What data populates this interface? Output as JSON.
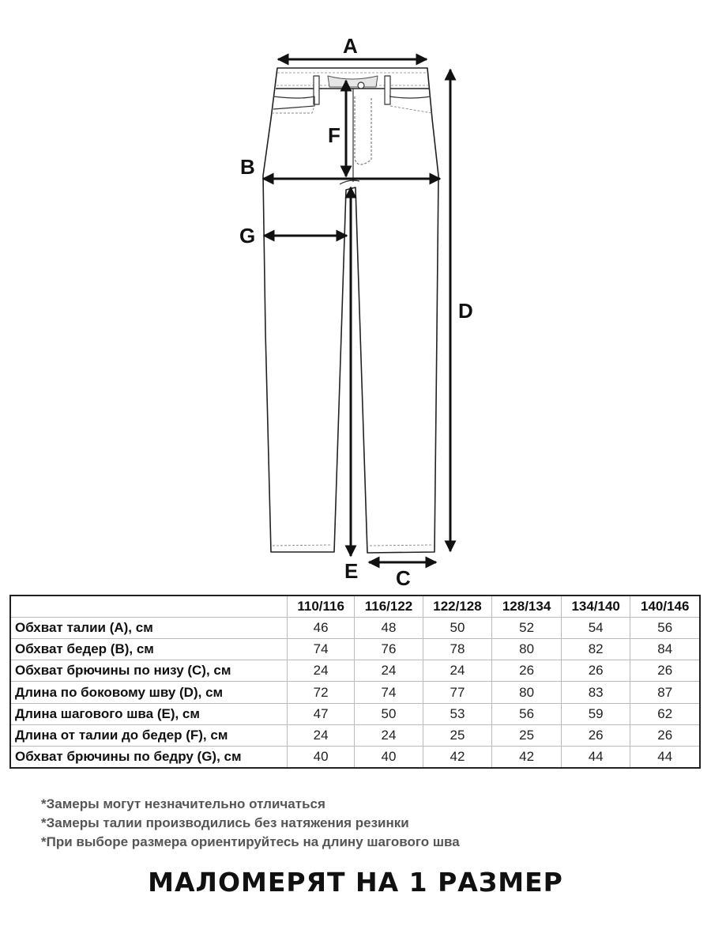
{
  "diagram": {
    "labels": {
      "a": "A",
      "b": "B",
      "c": "C",
      "d": "D",
      "e": "E",
      "f": "F",
      "g": "G"
    }
  },
  "table": {
    "sizes": [
      "110/116",
      "116/122",
      "122/128",
      "128/134",
      "134/140",
      "140/146"
    ],
    "rows": [
      {
        "label": "Обхват талии (A), см",
        "values": [
          "46",
          "48",
          "50",
          "52",
          "54",
          "56"
        ]
      },
      {
        "label": "Обхват бедер (B), см",
        "values": [
          "74",
          "76",
          "78",
          "80",
          "82",
          "84"
        ]
      },
      {
        "label": "Обхват брючины по низу (C), см",
        "values": [
          "24",
          "24",
          "24",
          "26",
          "26",
          "26"
        ]
      },
      {
        "label": "Длина по боковому шву (D), см",
        "values": [
          "72",
          "74",
          "77",
          "80",
          "83",
          "87"
        ]
      },
      {
        "label": "Длина шагового шва (E), см",
        "values": [
          "47",
          "50",
          "53",
          "56",
          "59",
          "62"
        ]
      },
      {
        "label": "Длина от талии до бедер (F), см",
        "values": [
          "24",
          "24",
          "25",
          "25",
          "26",
          "26"
        ]
      },
      {
        "label": "Обхват брючины по бедру (G), см",
        "values": [
          "40",
          "40",
          "42",
          "42",
          "44",
          "44"
        ]
      }
    ]
  },
  "notes": [
    "*Замеры могут незначительно отличаться",
    "*Замеры талии производились без натяжения резинки",
    "*При выборе размера ориентируйтесь на длину шагового шва"
  ],
  "headline": "МАЛОМЕРЯТ НА 1 РАЗМЕР"
}
